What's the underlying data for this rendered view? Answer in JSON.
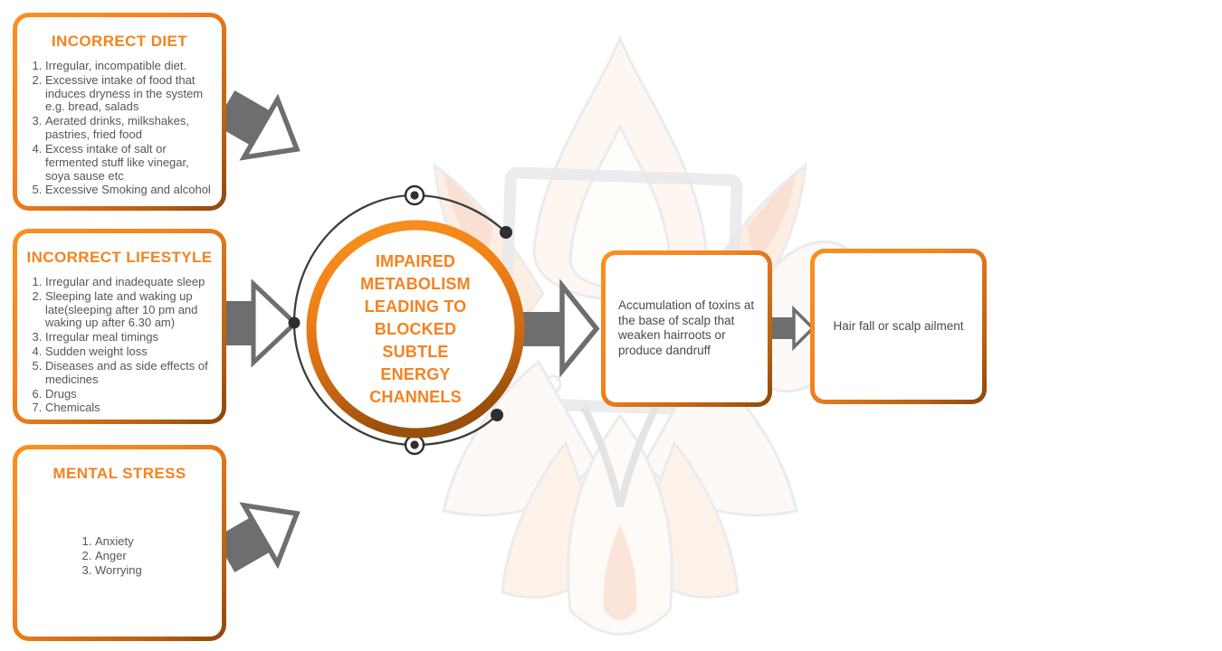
{
  "diagram": {
    "cause_boxes": [
      {
        "title": "INCORRECT DIET",
        "items": [
          "Irregular, incompatible diet.",
          "Excessive intake of food that induces dryness in the system e.g. bread, salads",
          "Aerated drinks, milkshakes, pastries, fried food",
          "Excess intake of salt or fermented stuff like vinegar, soya sause etc",
          "Excessive Smoking and alcohol"
        ]
      },
      {
        "title": "INCORRECT LIFESTYLE",
        "items": [
          "Irregular and inadequate sleep",
          "Sleeping late and waking up late(sleeping after 10 pm and waking up after 6.30 am)",
          "Irregular meal timings",
          "Sudden weight loss",
          "Diseases and as side effects of medicines",
          "Drugs",
          "Chemicals"
        ]
      },
      {
        "title": "MENTAL STRESS",
        "items": [
          "Anxiety",
          "Anger",
          "Worrying"
        ]
      }
    ],
    "center_circle": {
      "text": "IMPAIRED\nMETABOLISM\nLEADING TO\nBLOCKED\nSUBTLE\nENERGY\nCHANNELS"
    },
    "effect_boxes": [
      {
        "text": "Accumulation of toxins at the base of scalp that weaken hairroots or produce dandruff"
      },
      {
        "text": "Hair fall or scalp ailment"
      }
    ],
    "colors": {
      "accent_orange": "#f58220",
      "border_dark_orange": "#8a470c",
      "arrow_gray": "#6e6e6e",
      "arc_gray": "#3e3e3e",
      "body_text_gray": "#55565a"
    }
  }
}
